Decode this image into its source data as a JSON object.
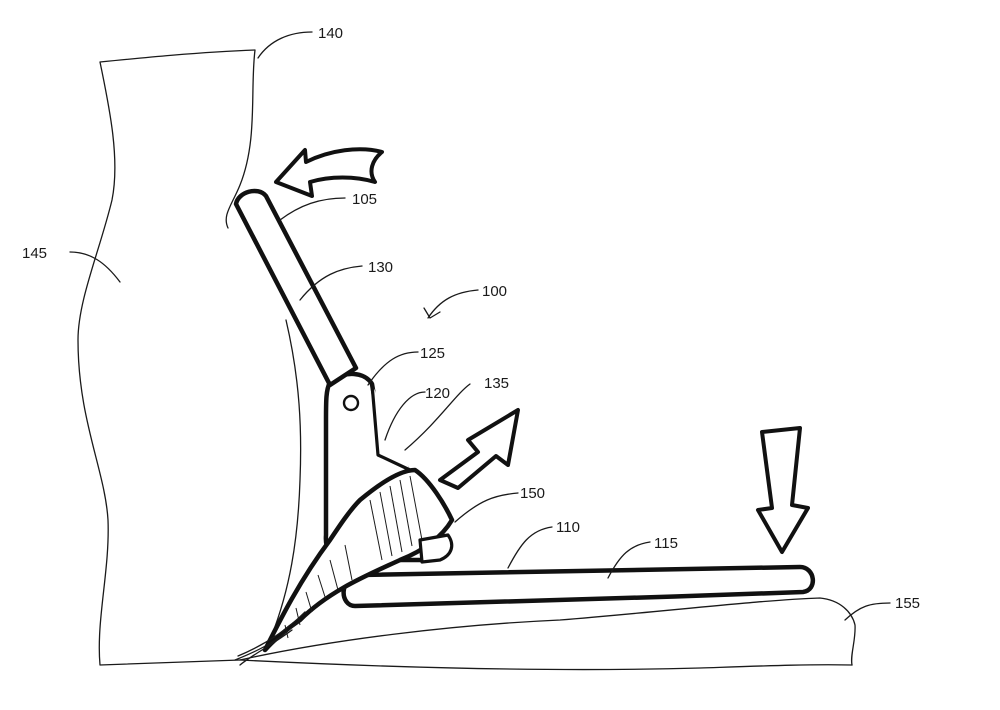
{
  "figure": {
    "labels": {
      "device": "100",
      "upper_end": "105",
      "lower_member": "110",
      "foot_portion": "115",
      "joint": "120",
      "pivot": "125",
      "upper_member": "130",
      "hinge_part": "135",
      "wall_top": "140",
      "wall": "145",
      "wrap": "150",
      "floor": "155"
    },
    "stroke_color": "#111111",
    "background_color": "#ffffff"
  }
}
